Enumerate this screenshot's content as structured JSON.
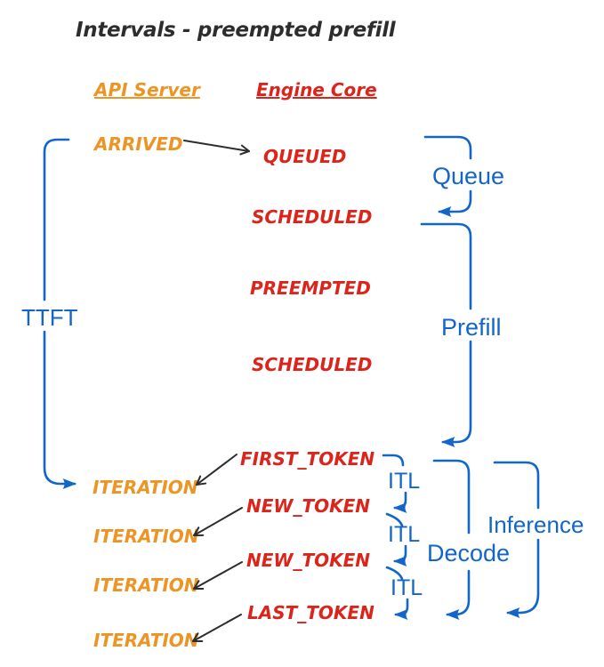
{
  "title": "Intervals - preempted prefill",
  "colors": {
    "orange": "#ED9524",
    "red": "#DC241B",
    "blue": "#1266C9",
    "ink": "#2D2D2D"
  },
  "columns": {
    "api_server": "API Server",
    "engine_core": "Engine Core"
  },
  "events": {
    "arrived": "ARRIVED",
    "queued": "QUEUED",
    "scheduled_1": "SCHEDULED",
    "preempted": "PREEMPTED",
    "scheduled_2": "SCHEDULED",
    "first_token": "FIRST_TOKEN",
    "new_token_1": "NEW_TOKEN",
    "new_token_2": "NEW_TOKEN",
    "last_token": "LAST_TOKEN",
    "iteration_1": "ITERATION",
    "iteration_2": "ITERATION",
    "iteration_3": "ITERATION",
    "iteration_4": "ITERATION"
  },
  "intervals": {
    "ttft": "TTFT",
    "queue": "Queue",
    "prefill": "Prefill",
    "itl_1": "ITL",
    "itl_2": "ITL",
    "itl_3": "ITL",
    "decode": "Decode",
    "inference": "Inference"
  }
}
